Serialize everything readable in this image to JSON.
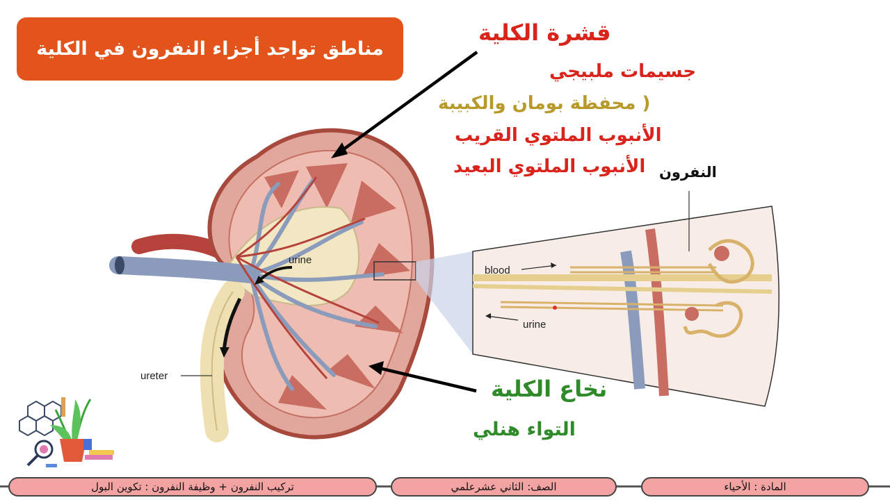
{
  "slide": {
    "title": "مناطق تواجد أجزاء النفرون في الكلية"
  },
  "labels": {
    "cortex": "قشرة الكلية",
    "malpighian": "جسيمات ملبيجي",
    "bowman": "( محفظة بومان والكبيبة",
    "pct": "الأنبوب الملتوي القريب",
    "dct": "الأنبوب الملتوي البعيد",
    "nephron": "النفرون",
    "medulla": "نخاع الكلية",
    "henle": "التواء هنلي"
  },
  "diagram_labels": {
    "urine_main": "urine",
    "ureter": "ureter",
    "blood": "blood",
    "urine_inset": "urine"
  },
  "footer": {
    "lesson": "تركيب النفرون + وظيفة النفرون : تكوين البول",
    "grade": "الصف: الثاني عشرعلمي",
    "subject": "المادة : الأحياء"
  },
  "colors": {
    "title_bg": "#e2541b",
    "red_text": "#d9241c",
    "gold_text": "#b89a2a",
    "green_text": "#2f8a2a",
    "footer_pill": "#f4a3a3"
  },
  "icons": [
    "kidney-diagram",
    "nephron-inset",
    "logo-plant-molecule"
  ]
}
